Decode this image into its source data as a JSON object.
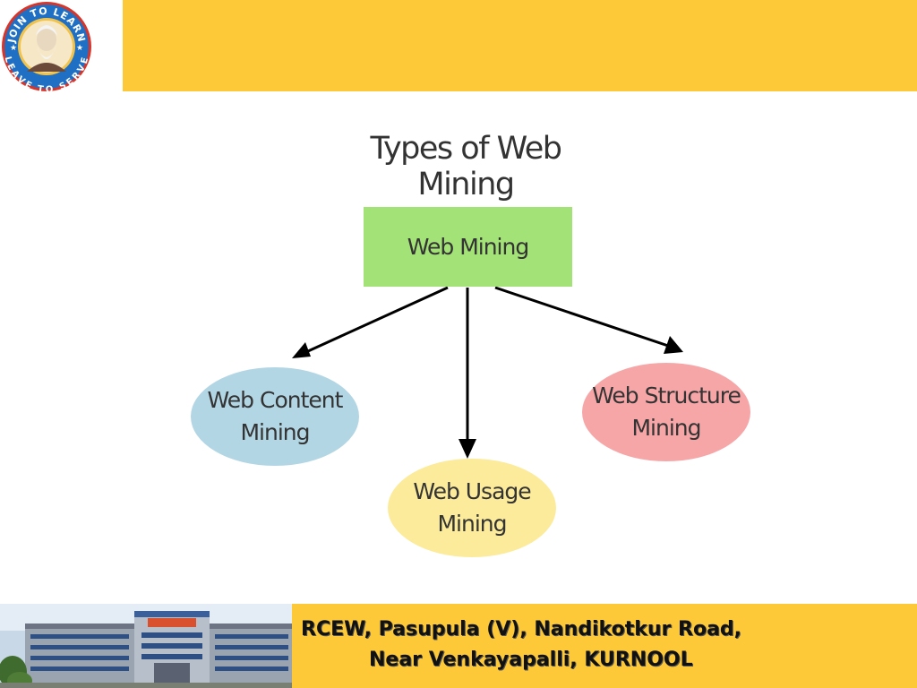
{
  "header": {
    "logo": {
      "text_top": "JOIN TO LEARN",
      "text_bottom": "LEAVE TO SERVE"
    },
    "band_color": "#fdc938"
  },
  "diagram": {
    "title": "Types of Web Mining",
    "root": {
      "label": "Web Mining",
      "color": "#a3e276"
    },
    "children": [
      {
        "label_line1": "Web Content",
        "label_line2": "Mining",
        "color": "#b3d6e5"
      },
      {
        "label_line1": "Web Usage",
        "label_line2": "Mining",
        "color": "#fceb9a"
      },
      {
        "label_line1": "Web Structure",
        "label_line2": "Mining",
        "color": "#f7a6a8"
      }
    ]
  },
  "footer": {
    "address_line1": "RCEW, Pasupula (V), Nandikotkur Road,",
    "address_line2": "Near Venkayapalli, KURNOOL",
    "band_color": "#fdc938"
  }
}
